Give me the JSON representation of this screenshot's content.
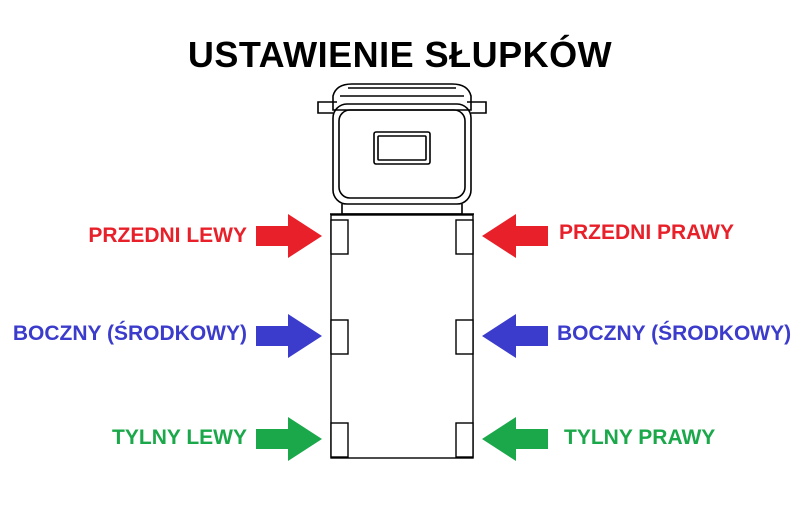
{
  "title": "USTAWIENIE SŁUPKÓW",
  "colors": {
    "front": "#e8202a",
    "side": "#3c3ccc",
    "rear": "#1aa84a"
  },
  "labels": {
    "front_left": "PRZEDNI LEWY",
    "front_right": "PRZEDNI PRAWY",
    "side_left": "BOCZNY (ŚRODKOWY)",
    "side_right": "BOCZNY (ŚRODKOWY)",
    "rear_left": "TYLNY LEWY",
    "rear_right": "TYLNY PRAWY"
  }
}
